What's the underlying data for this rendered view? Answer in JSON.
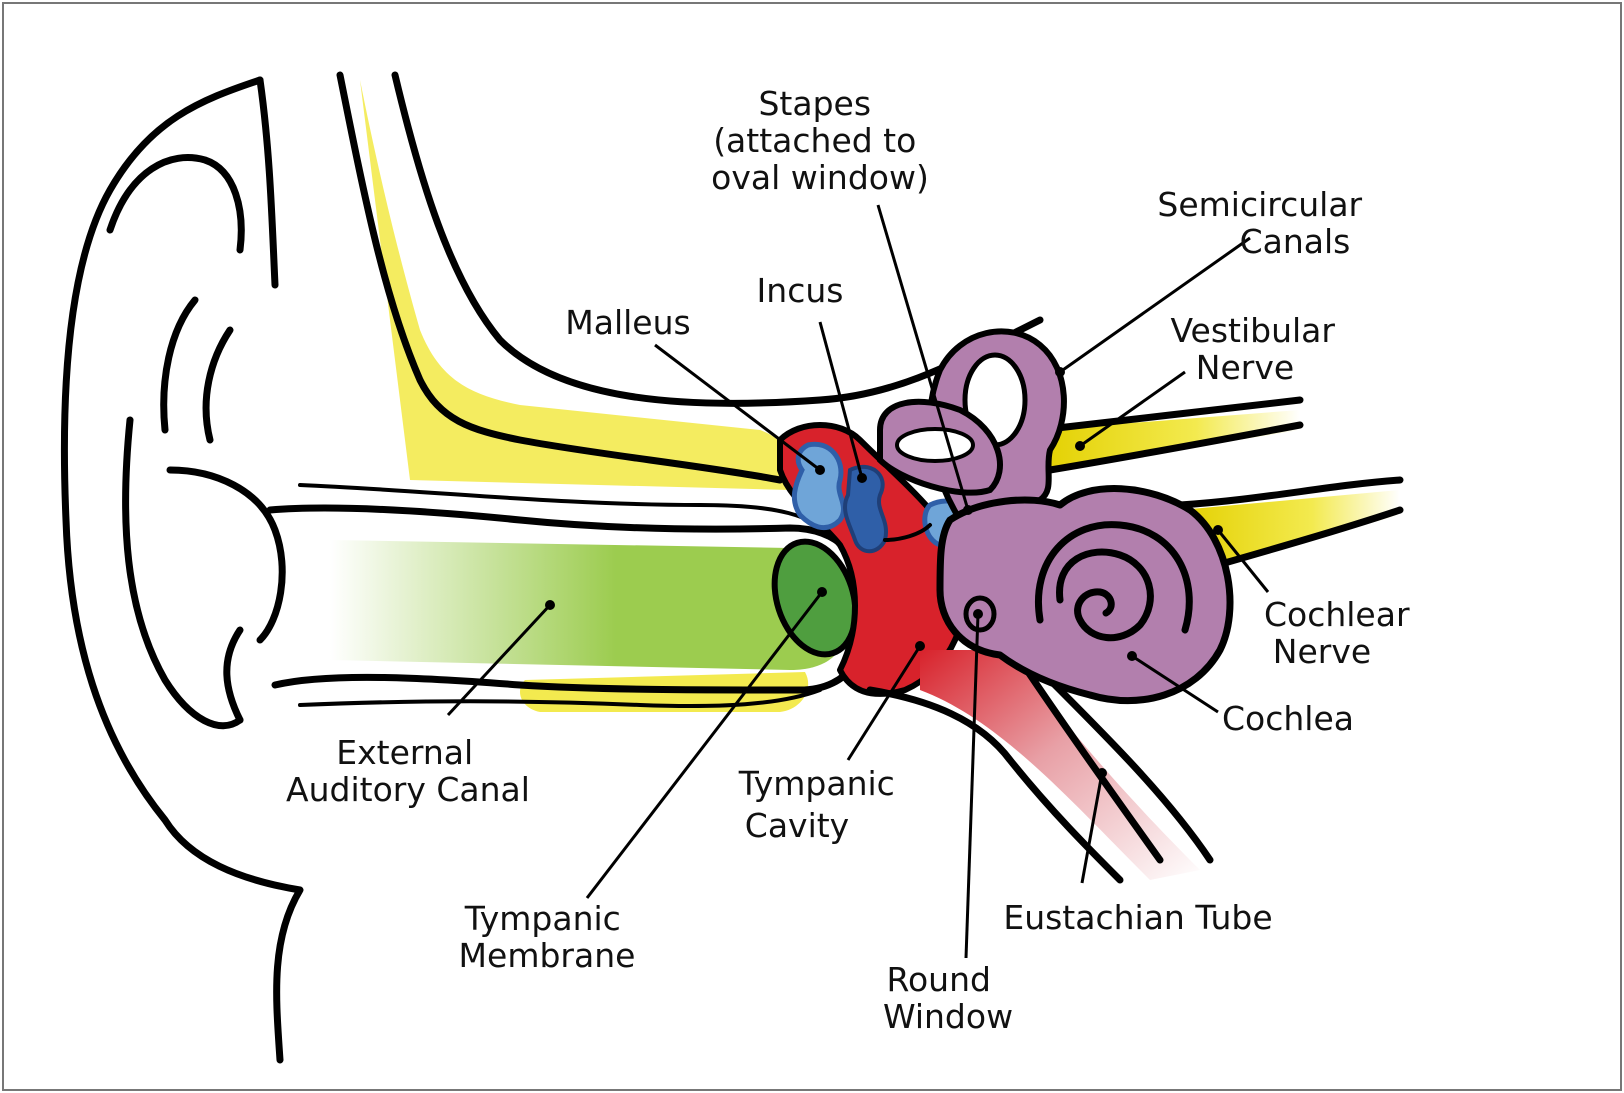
{
  "diagram": {
    "colors": {
      "canal_green": "#9ccc4f",
      "membrane_green": "#4f9e3f",
      "bone_yellow": "#f3ea4f",
      "cavity_red": "#d8222b",
      "ossicle_blue": "#6fa5d8",
      "ossicle_dark_blue": "#2f5fa8",
      "inner_ear_purple": "#b27fad",
      "nerve_yellow": "#f0e34a",
      "tube_pink": "#e8a0a6"
    },
    "labels": {
      "stapes": [
        "Stapes",
        "(attached to",
        "oval window)"
      ],
      "semicircular_canals": [
        "Semicircular",
        "Canals"
      ],
      "incus": [
        "Incus"
      ],
      "malleus": [
        "Malleus"
      ],
      "vestibular_nerve": [
        "Vestibular",
        "Nerve"
      ],
      "cochlear_nerve": [
        "Cochlear",
        "Nerve"
      ],
      "cochlea": [
        "Cochlea"
      ],
      "external_auditory_canal": [
        "External",
        "Auditory Canal"
      ],
      "tympanic_cavity": [
        "Tympanic",
        "Cavity"
      ],
      "eustachian_tube": [
        "Eustachian Tube"
      ],
      "tympanic_membrane": [
        "Tympanic",
        "Membrane"
      ],
      "round_window": [
        "Round",
        "Window"
      ]
    }
  }
}
